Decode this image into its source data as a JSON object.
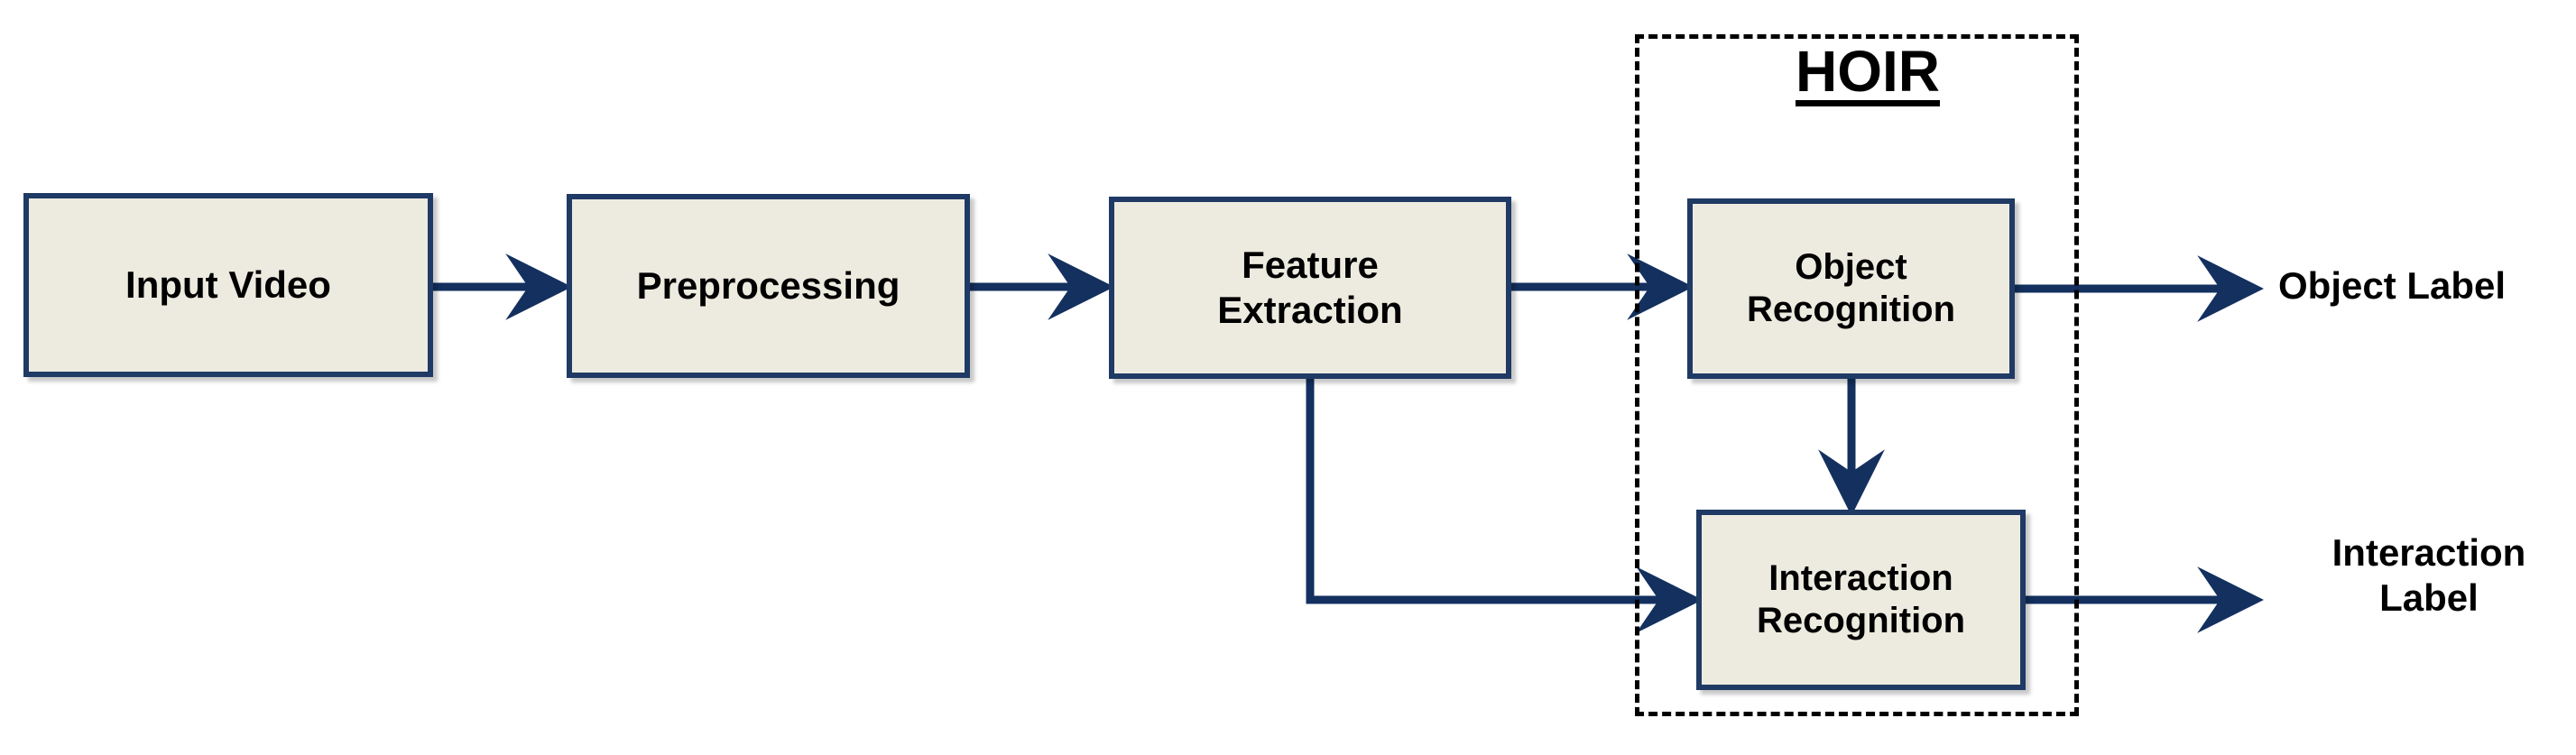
{
  "diagram": {
    "title": "HOIR pipeline flowchart",
    "background_color": "#FFFFFF",
    "node_fill_color": "#EDEBE0",
    "node_border_color": "#1F3A64",
    "arrow_color": "#13305F",
    "group_border_color": "#000000",
    "text_color": "#000000"
  },
  "group": {
    "title": "HOIR",
    "style": "dashed-rectangle"
  },
  "nodes": [
    {
      "id": "input-video",
      "label": "Input Video"
    },
    {
      "id": "preprocessing",
      "label": "Preprocessing"
    },
    {
      "id": "feature-extraction",
      "label": "Feature\nExtraction"
    },
    {
      "id": "object-recognition",
      "label": "Object\nRecognition"
    },
    {
      "id": "interaction-recognition",
      "label": "Interaction\nRecognition"
    }
  ],
  "outputs": [
    {
      "id": "object-label",
      "label": "Object Label"
    },
    {
      "id": "interaction-label",
      "label": "Interaction\nLabel"
    }
  ],
  "edges": [
    {
      "from": "input-video",
      "to": "preprocessing"
    },
    {
      "from": "preprocessing",
      "to": "feature-extraction"
    },
    {
      "from": "feature-extraction",
      "to": "object-recognition"
    },
    {
      "from": "feature-extraction",
      "to": "interaction-recognition"
    },
    {
      "from": "object-recognition",
      "to": "interaction-recognition"
    },
    {
      "from": "object-recognition",
      "to": "object-label"
    },
    {
      "from": "interaction-recognition",
      "to": "interaction-label"
    }
  ]
}
